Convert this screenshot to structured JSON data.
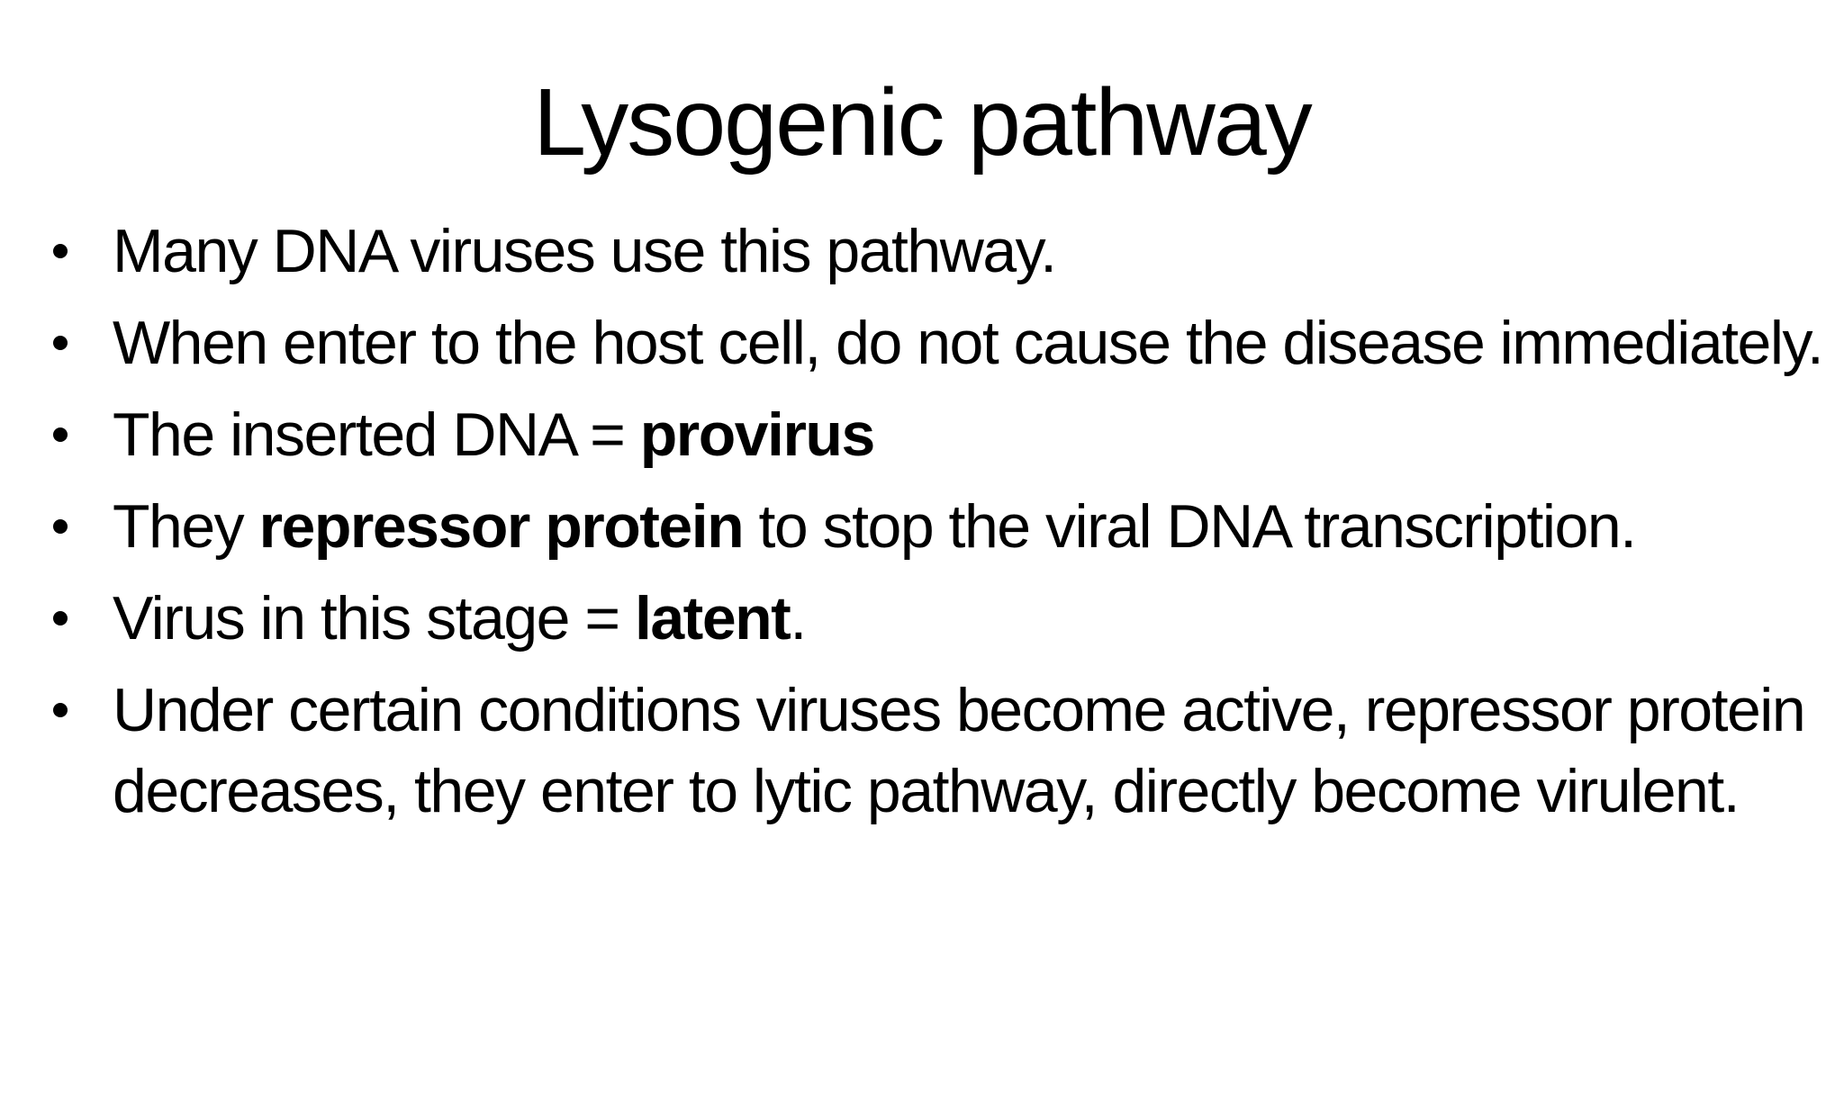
{
  "slide": {
    "title": "Lysogenic pathway",
    "bullet_glyph": "bullet-dot",
    "colors": {
      "background": "#ffffff",
      "text": "#000000"
    },
    "bullets": [
      {
        "segments": [
          {
            "text": "Many DNA viruses use this pathway.",
            "bold": false
          }
        ]
      },
      {
        "segments": [
          {
            "text": "When enter to the host cell, do not cause the disease immediately.",
            "bold": false
          }
        ]
      },
      {
        "segments": [
          {
            "text": "The inserted DNA = ",
            "bold": false
          },
          {
            "text": "provirus",
            "bold": true
          }
        ]
      },
      {
        "segments": [
          {
            "text": "They ",
            "bold": false
          },
          {
            "text": "repressor protein",
            "bold": true
          },
          {
            "text": " to stop the viral DNA transcription.",
            "bold": false
          }
        ]
      },
      {
        "segments": [
          {
            "text": "Virus in this stage = ",
            "bold": false
          },
          {
            "text": "latent",
            "bold": true
          },
          {
            "text": ".",
            "bold": false
          }
        ]
      },
      {
        "segments": [
          {
            "text": "Under certain conditions viruses become active, repressor protein decreases, they enter to lytic pathway, directly become virulent.",
            "bold": false
          }
        ]
      }
    ]
  }
}
